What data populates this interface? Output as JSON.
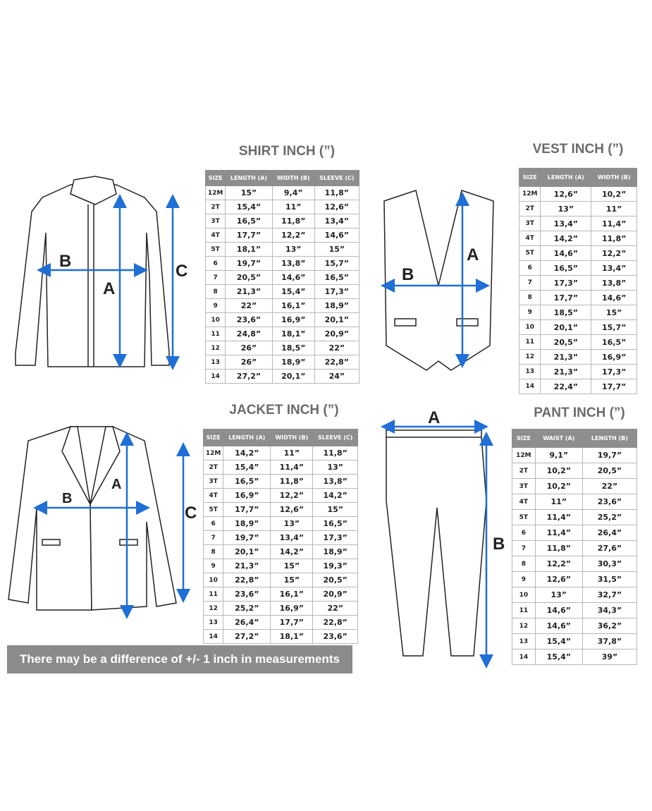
{
  "colors": {
    "accent": "#1f6fd6",
    "header": "#8e8e8e",
    "title": "#6b6b6b"
  },
  "shirt": {
    "title": "SHIRT INCH (”)",
    "labels": {
      "a": "A",
      "b": "B",
      "c": "C"
    },
    "headers": [
      "SIZE",
      "LENGTH (A)",
      "WIDTH (B)",
      "SLEEVE (C)"
    ],
    "rows": [
      [
        "12M",
        "15”",
        "9,4”",
        "11,8”"
      ],
      [
        "2T",
        "15,4”",
        "11”",
        "12,6”"
      ],
      [
        "3T",
        "16,5”",
        "11,8”",
        "13,4”"
      ],
      [
        "4T",
        "17,7”",
        "12,2”",
        "14,6”"
      ],
      [
        "5T",
        "18,1”",
        "13”",
        "15”"
      ],
      [
        "6",
        "19,7”",
        "13,8”",
        "15,7”"
      ],
      [
        "7",
        "20,5”",
        "14,6”",
        "16,5”"
      ],
      [
        "8",
        "21,3”",
        "15,4”",
        "17,3”"
      ],
      [
        "9",
        "22”",
        "16,1”",
        "18,9”"
      ],
      [
        "10",
        "23,6”",
        "16,9”",
        "20,1”"
      ],
      [
        "11",
        "24,8”",
        "18,1”",
        "20,9”"
      ],
      [
        "12",
        "26”",
        "18,5”",
        "22”"
      ],
      [
        "13",
        "26”",
        "18,9”",
        "22,8”"
      ],
      [
        "14",
        "27,2”",
        "20,1”",
        "24”"
      ]
    ]
  },
  "vest": {
    "title": "VEST INCH (”)",
    "labels": {
      "a": "A",
      "b": "B"
    },
    "headers": [
      "SIZE",
      "LENGTH (A)",
      "WIDTH (B)"
    ],
    "rows": [
      [
        "12M",
        "12,6”",
        "10,2”"
      ],
      [
        "2T",
        "13”",
        "11”"
      ],
      [
        "3T",
        "13,4”",
        "11,4”"
      ],
      [
        "4T",
        "14,2”",
        "11,8”"
      ],
      [
        "5T",
        "14,6”",
        "12,2”"
      ],
      [
        "6",
        "16,5”",
        "13,4”"
      ],
      [
        "7",
        "17,3”",
        "13,8”"
      ],
      [
        "8",
        "17,7”",
        "14,6”"
      ],
      [
        "9",
        "18,5”",
        "15”"
      ],
      [
        "10",
        "20,1”",
        "15,7”"
      ],
      [
        "11",
        "20,5”",
        "16,5”"
      ],
      [
        "12",
        "21,3”",
        "16,9”"
      ],
      [
        "13",
        "21,3”",
        "17,3”"
      ],
      [
        "14",
        "22,4”",
        "17,7”"
      ]
    ]
  },
  "jacket": {
    "title": "JACKET INCH (”)",
    "labels": {
      "a": "A",
      "b": "B",
      "c": "C"
    },
    "headers": [
      "SIZE",
      "LENGTH (A)",
      "WIDTH (B)",
      "SLEEVE (C)"
    ],
    "rows": [
      [
        "12M",
        "14,2”",
        "11”",
        "11,8”"
      ],
      [
        "2T",
        "15,4”",
        "11,4”",
        "13”"
      ],
      [
        "3T",
        "16,5”",
        "11,8”",
        "13,8”"
      ],
      [
        "4T",
        "16,9”",
        "12,2”",
        "14,2”"
      ],
      [
        "5T",
        "17,7”",
        "12,6”",
        "15”"
      ],
      [
        "6",
        "18,9”",
        "13”",
        "16,5”"
      ],
      [
        "7",
        "19,7”",
        "13,4”",
        "17,3”"
      ],
      [
        "8",
        "20,1”",
        "14,2”",
        "18,9”"
      ],
      [
        "9",
        "21,3”",
        "15”",
        "19,3”"
      ],
      [
        "10",
        "22,8”",
        "15”",
        "20,5”"
      ],
      [
        "11",
        "23,6”",
        "16,1”",
        "20,9”"
      ],
      [
        "12",
        "25,2”",
        "16,9”",
        "22”"
      ],
      [
        "13",
        "26,4”",
        "17,7”",
        "22,8”"
      ],
      [
        "14",
        "27,2”",
        "18,1”",
        "23,6”"
      ]
    ]
  },
  "pant": {
    "title": "PANT INCH (”)",
    "labels": {
      "a": "A",
      "b": "B"
    },
    "headers": [
      "SIZE",
      "WAIST (A)",
      "LENGTH (B)"
    ],
    "rows": [
      [
        "12M",
        "9,1”",
        "19,7”"
      ],
      [
        "2T",
        "10,2”",
        "20,5”"
      ],
      [
        "3T",
        "10,2”",
        "22”"
      ],
      [
        "4T",
        "11”",
        "23,6”"
      ],
      [
        "5T",
        "11,4”",
        "25,2”"
      ],
      [
        "6",
        "11,4”",
        "26,4”"
      ],
      [
        "7",
        "11,8”",
        "27,6”"
      ],
      [
        "8",
        "12,2”",
        "30,3”"
      ],
      [
        "9",
        "12,6”",
        "31,5”"
      ],
      [
        "10",
        "13”",
        "32,7”"
      ],
      [
        "11",
        "14,6”",
        "34,3”"
      ],
      [
        "12",
        "14,6”",
        "36,2”"
      ],
      [
        "13",
        "15,4”",
        "37,8”"
      ],
      [
        "14",
        "15,4”",
        "39”"
      ]
    ]
  },
  "note": "There may be a difference of +/- 1 inch in measurements"
}
